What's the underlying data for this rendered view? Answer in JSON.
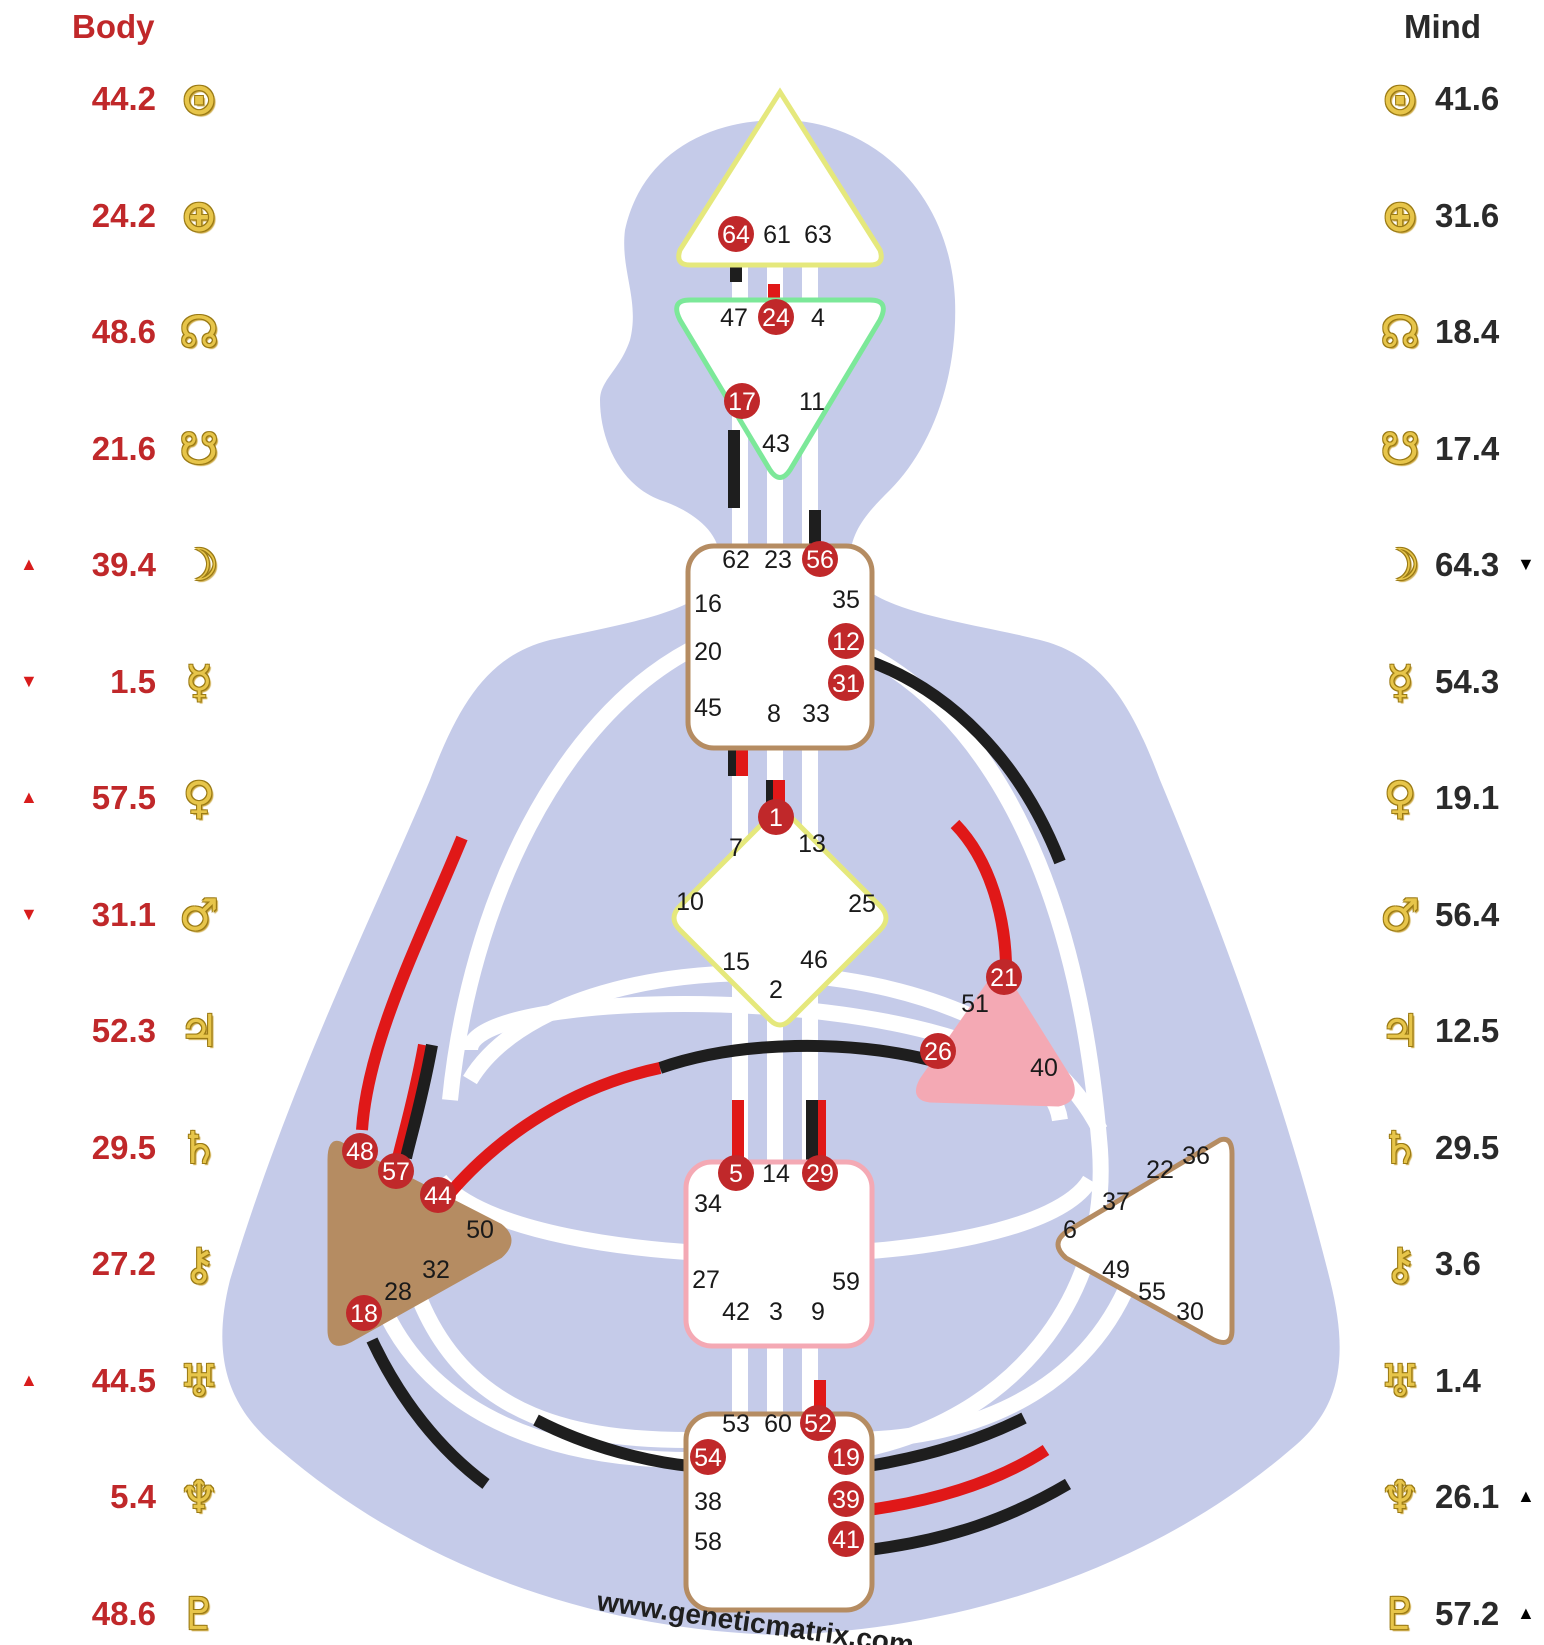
{
  "headers": {
    "body": "Body",
    "mind": "Mind"
  },
  "body_column": [
    {
      "value": "44.2",
      "planet": "sun-icon",
      "glyph": "⊙",
      "arrow": ""
    },
    {
      "value": "24.2",
      "planet": "earth-icon",
      "glyph": "⊕",
      "arrow": ""
    },
    {
      "value": "48.6",
      "planet": "north-node-icon",
      "glyph": "☊",
      "arrow": ""
    },
    {
      "value": "21.6",
      "planet": "south-node-icon",
      "glyph": "☋",
      "arrow": ""
    },
    {
      "value": "39.4",
      "planet": "moon-icon",
      "glyph": "☽",
      "arrow": "▲"
    },
    {
      "value": "1.5",
      "planet": "mercury-icon",
      "glyph": "☿",
      "arrow": "▼"
    },
    {
      "value": "57.5",
      "planet": "venus-icon",
      "glyph": "♀",
      "arrow": "▲"
    },
    {
      "value": "31.1",
      "planet": "mars-icon",
      "glyph": "♂",
      "arrow": "▼"
    },
    {
      "value": "52.3",
      "planet": "jupiter-icon",
      "glyph": "♃",
      "arrow": ""
    },
    {
      "value": "29.5",
      "planet": "saturn-icon",
      "glyph": "♄",
      "arrow": ""
    },
    {
      "value": "27.2",
      "planet": "chiron-icon",
      "glyph": "⚷",
      "arrow": ""
    },
    {
      "value": "44.5",
      "planet": "uranus-icon",
      "glyph": "♅",
      "arrow": "▲"
    },
    {
      "value": "5.4",
      "planet": "neptune-icon",
      "glyph": "♆",
      "arrow": ""
    },
    {
      "value": "48.6",
      "planet": "pluto-icon",
      "glyph": "♇",
      "arrow": ""
    }
  ],
  "mind_column": [
    {
      "value": "41.6",
      "planet": "sun-icon",
      "glyph": "⊙",
      "arrow": ""
    },
    {
      "value": "31.6",
      "planet": "earth-icon",
      "glyph": "⊕",
      "arrow": ""
    },
    {
      "value": "18.4",
      "planet": "north-node-icon",
      "glyph": "☊",
      "arrow": ""
    },
    {
      "value": "17.4",
      "planet": "south-node-icon",
      "glyph": "☋",
      "arrow": ""
    },
    {
      "value": "64.3",
      "planet": "moon-icon",
      "glyph": "☽",
      "arrow": "▼"
    },
    {
      "value": "54.3",
      "planet": "mercury-icon",
      "glyph": "☿",
      "arrow": ""
    },
    {
      "value": "19.1",
      "planet": "venus-icon",
      "glyph": "♀",
      "arrow": ""
    },
    {
      "value": "56.4",
      "planet": "mars-icon",
      "glyph": "♂",
      "arrow": ""
    },
    {
      "value": "12.5",
      "planet": "jupiter-icon",
      "glyph": "♃",
      "arrow": ""
    },
    {
      "value": "29.5",
      "planet": "saturn-icon",
      "glyph": "♄",
      "arrow": ""
    },
    {
      "value": "3.6",
      "planet": "chiron-icon",
      "glyph": "⚷",
      "arrow": ""
    },
    {
      "value": "1.4",
      "planet": "uranus-icon",
      "glyph": "♅",
      "arrow": ""
    },
    {
      "value": "26.1",
      "planet": "neptune-icon",
      "glyph": "♆",
      "arrow": "▲"
    },
    {
      "value": "57.2",
      "planet": "pluto-icon",
      "glyph": "♇",
      "arrow": "▲"
    }
  ],
  "centers": {
    "head": {
      "gates": [
        "64",
        "61",
        "63"
      ],
      "defined": false,
      "color": "#ffffff"
    },
    "ajna": {
      "gates": [
        "47",
        "24",
        "4",
        "17",
        "11",
        "43"
      ],
      "defined": false,
      "color": "#ffffff"
    },
    "throat": {
      "gates": [
        "62",
        "23",
        "56",
        "16",
        "35",
        "20",
        "12",
        "45",
        "31",
        "8",
        "33"
      ],
      "defined": false,
      "color": "#ffffff"
    },
    "g": {
      "gates": [
        "1",
        "7",
        "13",
        "10",
        "25",
        "15",
        "46",
        "2"
      ],
      "defined": false,
      "color": "#ffffff"
    },
    "heart": {
      "gates": [
        "21",
        "51",
        "26",
        "40"
      ],
      "defined": true,
      "color": "#f4a9b4"
    },
    "sacral": {
      "gates": [
        "5",
        "14",
        "29",
        "34",
        "27",
        "59",
        "42",
        "3",
        "9"
      ],
      "defined": false,
      "color": "#ffffff"
    },
    "spleen": {
      "gates": [
        "48",
        "57",
        "44",
        "50",
        "32",
        "28",
        "18"
      ],
      "defined": true,
      "color": "#b58c62"
    },
    "solar_plexus": {
      "gates": [
        "36",
        "22",
        "37",
        "6",
        "49",
        "55",
        "30"
      ],
      "defined": false,
      "color": "#ffffff"
    },
    "root": {
      "gates": [
        "53",
        "60",
        "52",
        "54",
        "19",
        "38",
        "39",
        "58",
        "41"
      ],
      "defined": false,
      "color": "#ffffff"
    }
  },
  "active_gates": [
    "64",
    "24",
    "17",
    "56",
    "12",
    "31",
    "1",
    "21",
    "26",
    "48",
    "57",
    "44",
    "18",
    "5",
    "29",
    "52",
    "54",
    "19",
    "39",
    "41"
  ],
  "colors": {
    "design": "#e01818",
    "personality": "#1e1e1e",
    "body_silhouette": "#c5cbe9",
    "gate_badge": "#c0282a",
    "glyph": "#e7c54a"
  },
  "watermark": "www.geneticmatrix.com"
}
